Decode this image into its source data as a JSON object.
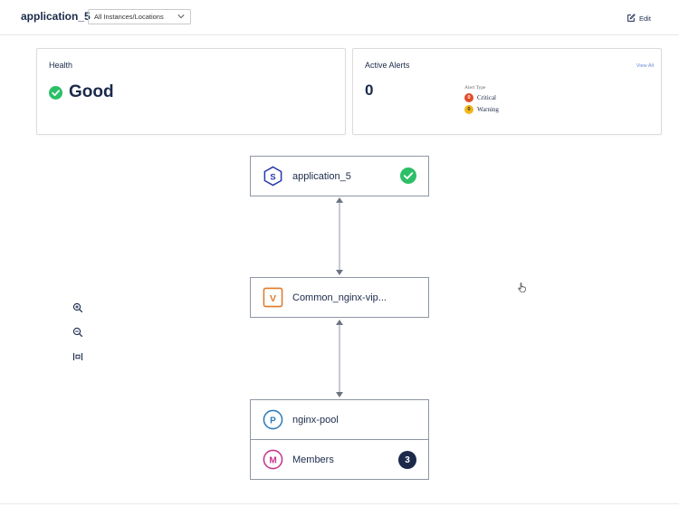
{
  "header": {
    "app_title": "application_5",
    "scope_selected": "All Instances/Locations",
    "edit_label": "Edit"
  },
  "health_card": {
    "title": "Health",
    "status": "Good"
  },
  "alerts_card": {
    "title": "Active Alerts",
    "view_all_label": "View All",
    "count": "0",
    "legend_title": "Alert Type",
    "types": [
      {
        "label": "Critical",
        "count": "0",
        "color": "#e24d2a"
      },
      {
        "label": "Warning",
        "count": "0",
        "color": "#f2b617"
      }
    ]
  },
  "topology": {
    "app_node": {
      "label": "application_5",
      "icon_letter": "S",
      "icon": "hexagon-s-icon",
      "status_icon": "check-circle-icon"
    },
    "vip_node": {
      "label": "Common_nginx-vip...",
      "icon_letter": "V",
      "icon": "square-v-icon"
    },
    "pool_node": {
      "label": "nginx-pool",
      "icon_letter": "P",
      "icon": "circle-p-icon"
    },
    "members_node": {
      "label": "Members",
      "icon_letter": "M",
      "icon": "circle-m-icon",
      "count": "3"
    }
  },
  "tools": [
    {
      "name": "zoom-in-icon"
    },
    {
      "name": "zoom-out-icon"
    },
    {
      "name": "fit-view-icon"
    }
  ],
  "colors": {
    "navy": "#1b2a4a",
    "success": "#2dbf68",
    "critical": "#e24d2a",
    "warning": "#f2b617",
    "vip_orange": "#e07a2a",
    "pool_blue": "#2b7bb9",
    "members_pink": "#c8338a",
    "app_blue": "#2a3aa8"
  }
}
